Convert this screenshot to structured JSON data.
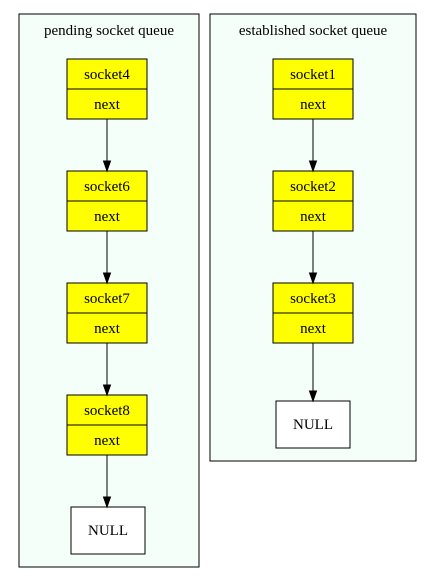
{
  "diagram": {
    "colors": {
      "cluster_fill": "#f5fffa",
      "node_fill": "#ffff00",
      "null_fill": "#ffffff",
      "stroke": "#000000"
    },
    "clusters": [
      {
        "id": "pending",
        "label": "pending socket queue",
        "nodes": [
          {
            "id": "socket4",
            "top": "socket4",
            "bottom": "next"
          },
          {
            "id": "socket6",
            "top": "socket6",
            "bottom": "next"
          },
          {
            "id": "socket7",
            "top": "socket7",
            "bottom": "next"
          },
          {
            "id": "socket8",
            "top": "socket8",
            "bottom": "next"
          }
        ],
        "terminal": "NULL"
      },
      {
        "id": "established",
        "label": "established socket queue",
        "nodes": [
          {
            "id": "socket1",
            "top": "socket1",
            "bottom": "next"
          },
          {
            "id": "socket2",
            "top": "socket2",
            "bottom": "next"
          },
          {
            "id": "socket3",
            "top": "socket3",
            "bottom": "next"
          }
        ],
        "terminal": "NULL"
      }
    ],
    "edges": [
      {
        "from": "socket4",
        "to": "socket6"
      },
      {
        "from": "socket6",
        "to": "socket7"
      },
      {
        "from": "socket7",
        "to": "socket8"
      },
      {
        "from": "socket8",
        "to": "NULL"
      },
      {
        "from": "socket1",
        "to": "socket2"
      },
      {
        "from": "socket2",
        "to": "socket3"
      },
      {
        "from": "socket3",
        "to": "NULL"
      }
    ]
  }
}
